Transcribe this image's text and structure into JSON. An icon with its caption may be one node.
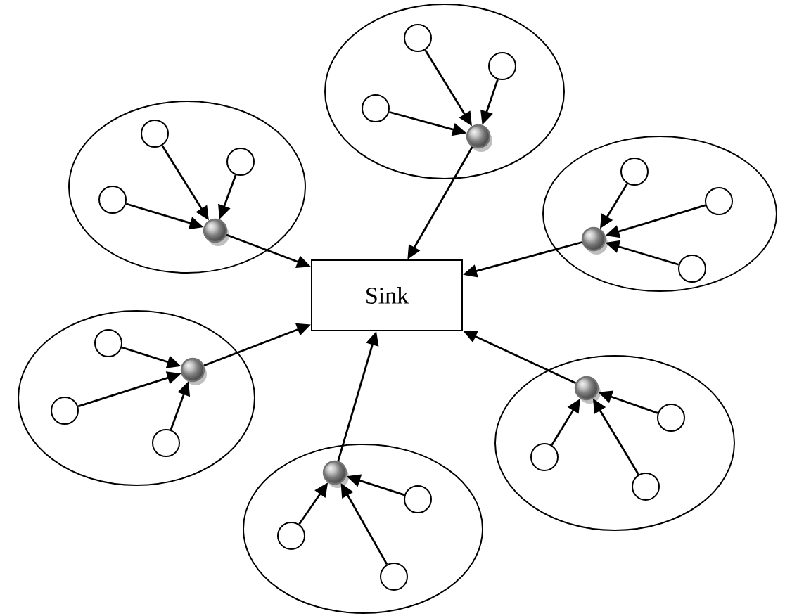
{
  "diagram": {
    "nodes": [
      {
        "text": [],
        "shape": "ellipse"
      },
      {
        "text": [],
        "shape": "circle",
        "in": 0
      },
      {
        "text": [],
        "shape": "circle",
        "in": 0
      },
      {
        "text": [],
        "shape": "circle",
        "in": 0
      },
      {
        "text": [],
        "shape": "circle",
        "in": 0
      },
      {
        "text": [],
        "shape": "ellipse"
      },
      {
        "text": [],
        "shape": "circle",
        "in": 5
      },
      {
        "text": [],
        "shape": "circle",
        "in": 5
      },
      {
        "text": [],
        "shape": "circle",
        "in": 5
      },
      {
        "text": [],
        "shape": "circle",
        "in": 5
      },
      {
        "text": [],
        "shape": "ellipse"
      },
      {
        "text": [],
        "shape": "circle",
        "in": 10
      },
      {
        "text": [],
        "shape": "circle",
        "in": 10
      },
      {
        "text": [],
        "shape": "circle",
        "in": 10
      },
      {
        "text": [],
        "shape": "circle",
        "in": 10
      },
      {
        "text": [
          "Sink"
        ]
      },
      {
        "text": [],
        "shape": "ellipse"
      },
      {
        "text": [],
        "shape": "circle",
        "in": 16
      },
      {
        "text": [],
        "shape": "circle",
        "in": 16
      },
      {
        "text": [],
        "shape": "circle",
        "in": 16
      },
      {
        "text": [],
        "shape": "circle",
        "in": 16
      },
      {
        "text": [],
        "shape": "ellipse"
      },
      {
        "text": [],
        "shape": "circle",
        "in": 21
      },
      {
        "text": [],
        "shape": "circle",
        "in": 21
      },
      {
        "text": [],
        "shape": "circle",
        "in": 21
      },
      {
        "text": [],
        "shape": "circle",
        "in": 21
      },
      {
        "text": [],
        "shape": "ellipse"
      },
      {
        "text": [],
        "shape": "circle",
        "in": 26
      },
      {
        "text": [],
        "shape": "circle",
        "in": 26
      },
      {
        "text": [],
        "shape": "circle",
        "in": 26
      },
      {
        "text": [],
        "shape": "circle",
        "in": 26
      }
    ],
    "edges": [
      {
        "from": 2,
        "to": 1,
        "arrow": "to"
      },
      {
        "from": 3,
        "to": 1,
        "arrow": "to"
      },
      {
        "from": 4,
        "to": 1,
        "arrow": "to"
      },
      {
        "from": 1,
        "to": 15,
        "arrow": "to"
      },
      {
        "from": 7,
        "to": 6,
        "arrow": "to"
      },
      {
        "from": 8,
        "to": 6,
        "arrow": "to"
      },
      {
        "from": 9,
        "to": 6,
        "arrow": "to"
      },
      {
        "from": 6,
        "to": 15,
        "arrow": "to"
      },
      {
        "from": 12,
        "to": 11,
        "arrow": "to"
      },
      {
        "from": 13,
        "to": 11,
        "arrow": "to"
      },
      {
        "from": 14,
        "to": 11,
        "arrow": "to"
      },
      {
        "from": 11,
        "to": 15,
        "arrow": "to"
      },
      {
        "from": 18,
        "to": 17,
        "arrow": "to"
      },
      {
        "from": 19,
        "to": 17,
        "arrow": "to"
      },
      {
        "from": 20,
        "to": 17,
        "arrow": "to"
      },
      {
        "from": 17,
        "to": 15,
        "arrow": "to"
      },
      {
        "from": 23,
        "to": 22,
        "arrow": "to"
      },
      {
        "from": 24,
        "to": 22,
        "arrow": "to"
      },
      {
        "from": 25,
        "to": 22,
        "arrow": "to"
      },
      {
        "from": 22,
        "to": 15,
        "arrow": "to"
      },
      {
        "from": 28,
        "to": 27,
        "arrow": "to"
      },
      {
        "from": 29,
        "to": 27,
        "arrow": "to"
      },
      {
        "from": 30,
        "to": 27,
        "arrow": "to"
      },
      {
        "from": 27,
        "to": 15,
        "arrow": "to"
      }
    ]
  }
}
